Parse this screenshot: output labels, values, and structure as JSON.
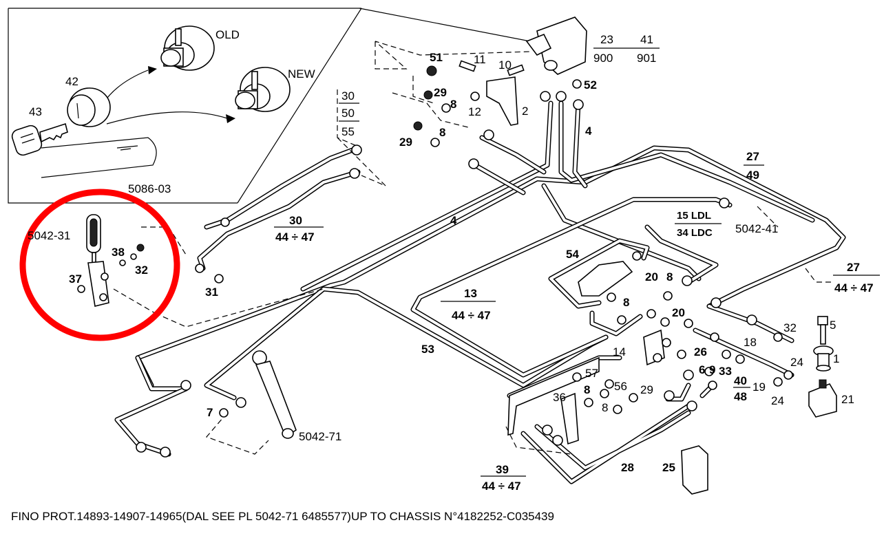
{
  "inset": {
    "old_label": "OLD",
    "new_label": "NEW",
    "ref_label": "5086-03",
    "key_label": "43",
    "knob_label": "42"
  },
  "highlight": {
    "ref_label": "5042-31",
    "labels": [
      "38",
      "32",
      "37"
    ],
    "color": "#ff0000"
  },
  "labels": {
    "l51": "51",
    "l11": "11",
    "l10": "10",
    "l29a": "29",
    "l8a": "8",
    "l12": "12",
    "l2": "2",
    "l52": "52",
    "l4a": "4",
    "l4b": "4",
    "l29b": "29",
    "l8b": "8",
    "l30a": "30",
    "l50": "50",
    "l55": "55",
    "l23": "23",
    "l900": "900",
    "l41": "41",
    "l901": "901",
    "l27a": "27",
    "l49": "49",
    "l15ldl": "15 LDL",
    "l34ldc": "34 LDC",
    "l5042_41": "5042-41",
    "l27b": "27",
    "l44_47a": "44 ÷ 47",
    "l30b": "30",
    "l44_47b": "44 ÷ 47",
    "l31": "31",
    "l54": "54",
    "l20a": "20",
    "l8c": "8",
    "l8d": "8",
    "l13": "13",
    "l44_47c": "44 ÷ 47",
    "l20b": "20",
    "l32b": "32",
    "l5": "5",
    "l18": "18",
    "l24a": "24",
    "l1": "1",
    "l53": "53",
    "l14": "14",
    "l26": "26",
    "l6": "6",
    "l9": "9",
    "l33": "33",
    "l40": "40",
    "l48": "48",
    "l19": "19",
    "l24b": "24",
    "l21": "21",
    "l57": "57",
    "l8e": "8",
    "l56": "56",
    "l29c": "29",
    "l36": "36",
    "l8f": "8",
    "l7": "7",
    "l5042_71": "5042-71",
    "l39": "39",
    "l44_47d": "44 ÷ 47",
    "l28": "28",
    "l25": "25"
  },
  "footer": "FINO PROT.14893-14907-14965(DAL SEE PL 5042-71 6485577)UP TO CHASSIS N°4182252-C035439"
}
